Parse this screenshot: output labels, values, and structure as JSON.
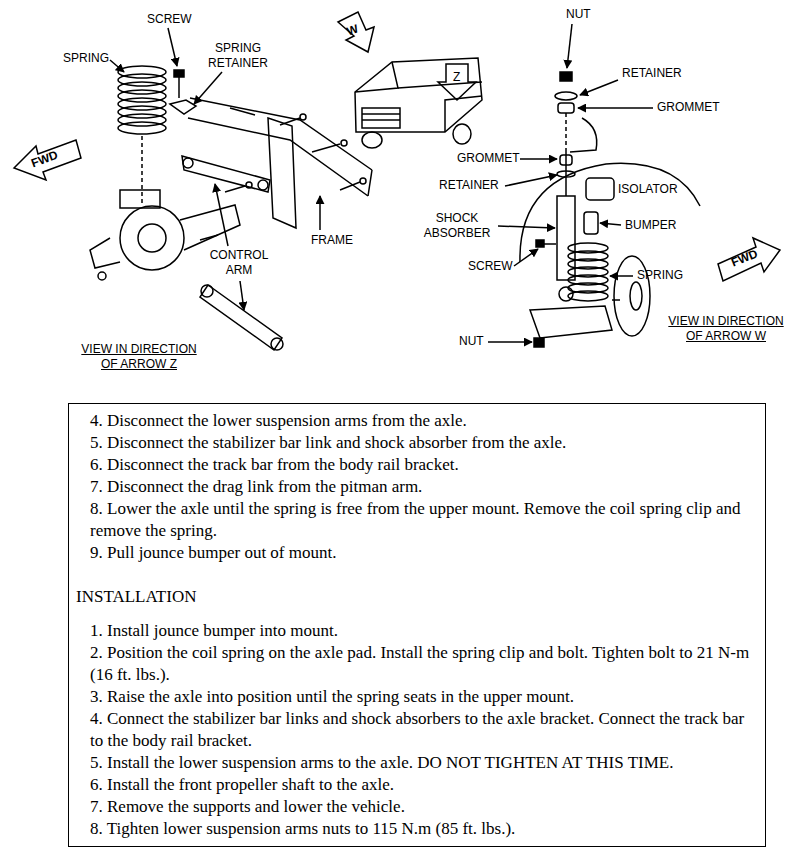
{
  "diagram": {
    "nodes": [
      {
        "text": [
          "4. Disconnect the lower suspension arms from the axle.",
          "5. Disconnect the stabilizer bar link and shock absorber from the axle.",
          "6. Disconnect the track bar from the body rail bracket.",
          "7. Disconnect the drag link from the pitman arm.",
          "8. Lower the axle until the spring is free from the upper mount. Remove the coil spring clip and remove the spring.",
          "9. Pull jounce bumper out of mount.",
          "INSTALLATION",
          "1. Install jounce bumper into mount.",
          "2. Position the coil spring on the axle pad. Install the spring clip and bolt. Tighten bolt to 21 N-m (16 ft. lbs.).",
          "3. Raise the axle into position until the spring seats in the upper mount.",
          "4. Connect the stabilizer bar links and shock absorbers to the axle bracket. Connect the track bar to the body rail bracket.",
          "5. Install the lower suspension arms to the axle. DO NOT TIGHTEN AT THIS TIME.",
          "6. Install the front propeller shaft to the axle.",
          "7. Remove the supports and lower the vehicle.",
          "8. Tighten lower suspension arms nuts to 115 N.m (85 ft. lbs.)."
        ]
      }
    ],
    "labels": [
      "SPRING",
      "SCREW",
      "SPRING RETAINER",
      "FWD",
      "CONTROL ARM",
      "FRAME",
      "VIEW IN DIRECTION OF ARROW Z",
      "W",
      "Z",
      "NUT",
      "RETAINER",
      "GROMMET",
      "GROMMET",
      "RETAINER",
      "ISOLATOR",
      "SHOCK ABSORBER",
      "BUMPER",
      "SCREW",
      "SPRING",
      "FWD",
      "VIEW IN DIRECTION OF ARROW W",
      "NUT"
    ]
  }
}
